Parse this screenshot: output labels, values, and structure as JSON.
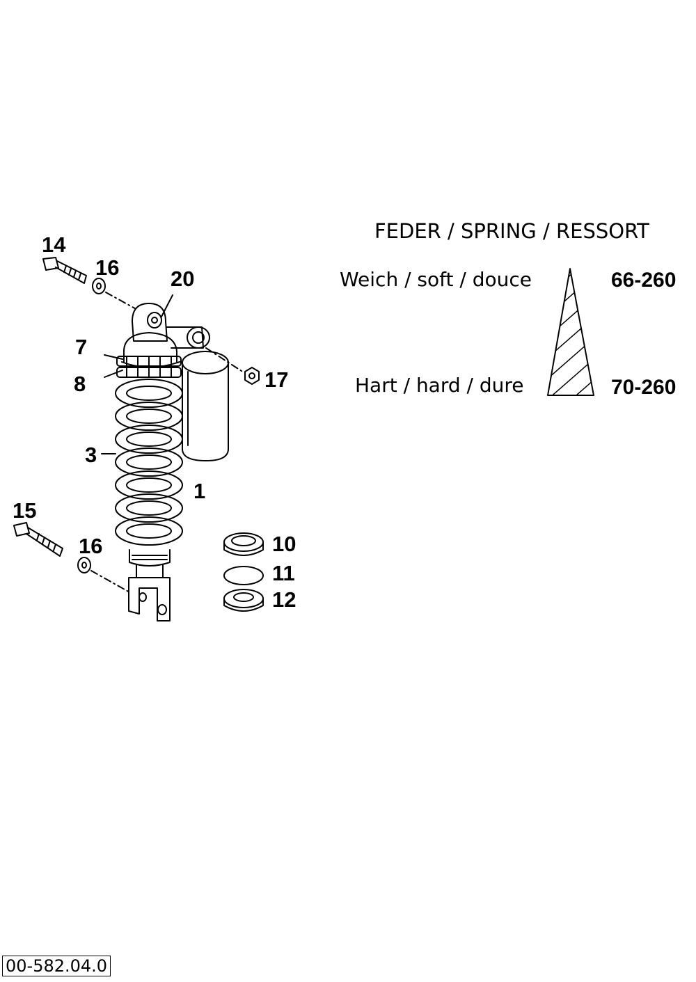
{
  "title": "FEDER / SPRING / RESSORT",
  "spring_table": {
    "soft_label": "Weich / soft / douce",
    "soft_value": "66-260",
    "hard_label": "Hart / hard / dure",
    "hard_value": "70-260"
  },
  "callouts": [
    "14",
    "16",
    "20",
    "7",
    "8",
    "17",
    "3",
    "1",
    "15",
    "16",
    "10",
    "11",
    "12"
  ],
  "diagram_code": "00-582.04.0"
}
